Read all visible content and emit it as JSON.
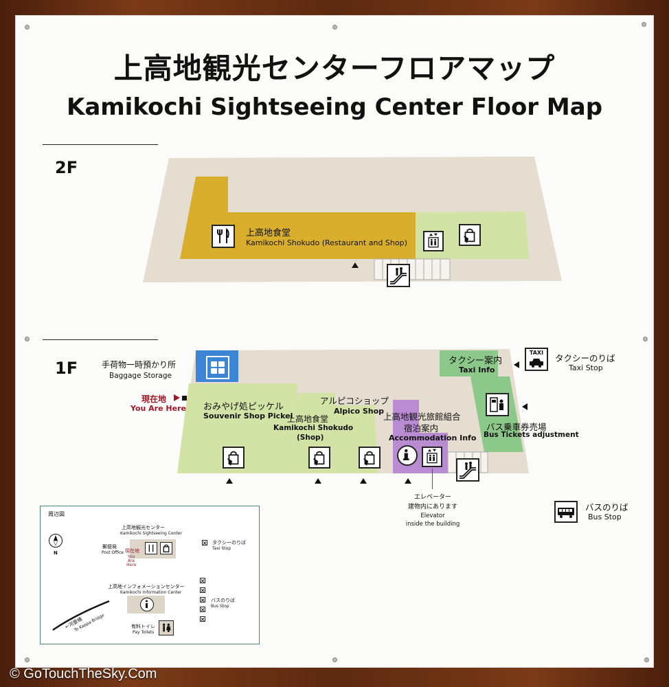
{
  "title": {
    "jp": "上高地観光センターフロアマップ",
    "en": "Kamikochi Sightseeing Center Floor Map"
  },
  "floors": {
    "second": {
      "label": "2F",
      "restaurant": {
        "jp": "上高地食堂",
        "en": "Kamikochi Shokudo (Restaurant and Shop)"
      }
    },
    "first": {
      "label": "1F",
      "baggage": {
        "jp": "手荷物一時預かり所",
        "en": "Baggage Storage"
      },
      "you_are_here": {
        "jp": "現在地",
        "en": "You Are Here"
      },
      "souvenir": {
        "jp": "おみやげ処ピッケル",
        "en": "Souvenir Shop Pickel"
      },
      "shokudo_shop": {
        "jp": "上高地食堂",
        "en": "Kamikochi Shokudo",
        "en2": "(Shop)"
      },
      "alpico": {
        "jp": "アルピコショップ",
        "en": "Alpico Shop"
      },
      "accommodation": {
        "jp": "上高地観光旅館組合",
        "jp2": "宿泊案内",
        "en": "Accommodation Info"
      },
      "taxi_info": {
        "jp": "タクシー案内",
        "en": "Taxi Info"
      },
      "bus_tickets": {
        "jp": "バス乗車券売場",
        "en": "Bus Tickets adjustment"
      },
      "elevator_note": {
        "jp": "エレベーター",
        "jp2": "建物内にあります",
        "en": "Elevator",
        "en2": "inside the building"
      }
    }
  },
  "outside": {
    "taxi_stop": {
      "badge": "TAXI",
      "jp": "タクシーのりば",
      "en": "Taxi Stop"
    },
    "bus_stop": {
      "jp": "バスのりば",
      "en": "Bus Stop"
    }
  },
  "inset_map": {
    "title": "周辺図",
    "compass": "N",
    "center": {
      "jp": "上高地観光センター",
      "en": "Kamikochi Sightseeing Center"
    },
    "post_office": {
      "jp": "郵便局",
      "en": "Post Office"
    },
    "you_are_here": {
      "jp": "現在地",
      "en1": "You",
      "en2": "Are",
      "en3": "Here"
    },
    "taxi_stop": {
      "jp": "タクシーのりば",
      "en": "Taxi Stop"
    },
    "info_center": {
      "jp": "上高地インフォメーションセンター",
      "en": "Kamikochi Information Center"
    },
    "bus_stop": {
      "jp": "バスのりば",
      "en": "Bus Stop"
    },
    "bridge": {
      "jp": "←河童橋",
      "en": "To Kappa Bridge"
    },
    "toilets": {
      "jp": "有料トイレ",
      "en": "Pay Toilets"
    }
  },
  "copyright": "© GoTouchTheSky.Com",
  "colors": {
    "frame": "#6b3416",
    "board": "#fbfbfa",
    "floor_base": "#e4ddd0",
    "restaurant": "#d8ae2c",
    "light_green": "#d3e3a6",
    "green": "#8cc889",
    "blue": "#3b84d6",
    "purple": "#b98cd2",
    "red": "#a01828",
    "inset_border": "#4a8a6a"
  },
  "icons": [
    "fork-knife-icon",
    "shopping-bag-icon",
    "elevator-icon",
    "escalator-icon",
    "luggage-icon",
    "taxi-icon",
    "ticket-machine-icon",
    "info-icon",
    "bus-icon",
    "compass-icon",
    "toilet-icon"
  ]
}
